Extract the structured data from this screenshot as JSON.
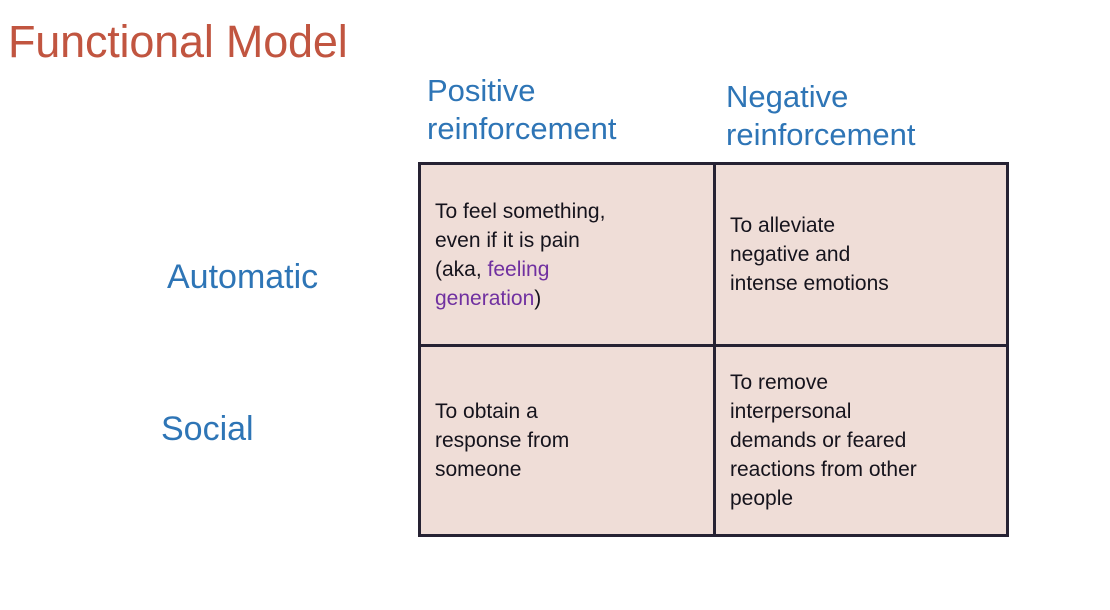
{
  "slide": {
    "title": "Functional Model",
    "title_color": "#C15540",
    "header_color": "#2E75B6",
    "highlight_color": "#7030A0",
    "cell_background": "#EFDDD7",
    "border_color": "#262233",
    "body_text_color": "#15131C"
  },
  "matrix": {
    "column_headers": [
      {
        "id": "positive",
        "label": "Positive\nreinforcement"
      },
      {
        "id": "negative",
        "label": "Negative\nreinforcement"
      }
    ],
    "row_labels": [
      {
        "id": "automatic",
        "label": "Automatic"
      },
      {
        "id": "social",
        "label": "Social"
      }
    ],
    "cells": {
      "automatic_positive": {
        "text_before": "To feel something,\neven if it is pain\n(aka, ",
        "highlight": "feeling\ngeneration",
        "text_after": ")",
        "full_text": "To feel something, even if it is pain (aka, feeling generation)"
      },
      "automatic_negative": {
        "full_text": "To alleviate\nnegative and\nintense emotions"
      },
      "social_positive": {
        "full_text": "To obtain a\nresponse from\nsomeone"
      },
      "social_negative": {
        "full_text": "To remove\ninterpersonal\ndemands or feared\nreactions from other\npeople"
      }
    }
  }
}
